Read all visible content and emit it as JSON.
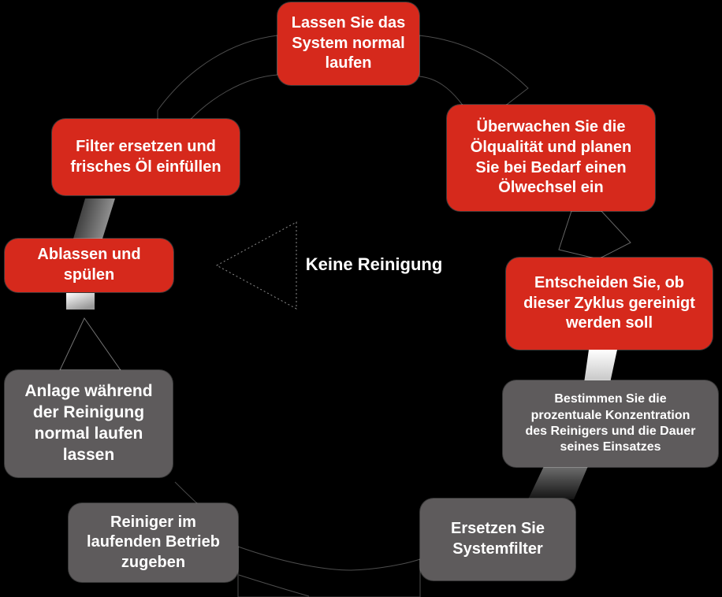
{
  "diagram": {
    "center_label": "Keine Reinigung",
    "colors": {
      "red": "#d6291c",
      "gray": "#5e5b5c",
      "background": "#000000",
      "text": "#ffffff"
    },
    "nodes": [
      {
        "id": "run-system-normally",
        "color": "red",
        "label": "Lassen Sie das\nSystem normal\nlaufen"
      },
      {
        "id": "monitor-oil-quality",
        "color": "red",
        "label": "Überwachen Sie die\nÖlqualität und planen\nSie bei Bedarf einen\nÖlwechsel ein"
      },
      {
        "id": "decide-cleaning",
        "color": "red",
        "label": "Entscheiden Sie, ob\ndieser Zyklus gereinigt\nwerden soll"
      },
      {
        "id": "determine-concentration",
        "color": "gray",
        "label": "Bestimmen Sie die\nprozentuale Konzentration\ndes Reinigers und die Dauer\nseines Einsatzes"
      },
      {
        "id": "replace-system-filter",
        "color": "gray",
        "label": "Ersetzen Sie\nSystemfilter"
      },
      {
        "id": "add-cleaner-during-operation",
        "color": "gray",
        "label": "Reiniger im\nlaufenden Betrieb\nzugeben"
      },
      {
        "id": "run-during-cleaning",
        "color": "gray",
        "label": "Anlage während\nder Reinigung\nnormal laufen\nlassen"
      },
      {
        "id": "drain-and-flush",
        "color": "red",
        "label": "Ablassen und\nspülen"
      },
      {
        "id": "replace-filter-fresh-oil",
        "color": "red",
        "label": "Filter ersetzen und\nfrisches Öl einfüllen"
      }
    ]
  }
}
